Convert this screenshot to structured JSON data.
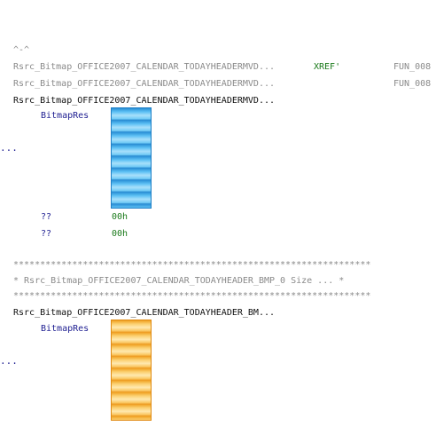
{
  "top_fragment": "^-^",
  "listing": {
    "line1": {
      "label": "Rsrc_Bitmap_OFFICE2007_CALENDAR_TODAYHEADERMVD...",
      "xref": "XREF'",
      "ref": "FUN_008"
    },
    "line2": {
      "label": "Rsrc_Bitmap_OFFICE2007_CALENDAR_TODAYHEADERMVD...",
      "ref": "FUN_008"
    },
    "line3": {
      "label": "Rsrc_Bitmap_OFFICE2007_CALENDAR_TODAYHEADERMVD..."
    },
    "block1": {
      "type_label": "BitmapRes",
      "ellipsis": "...",
      "rows": [
        {
          "name": "??",
          "value": "00h"
        },
        {
          "name": "??",
          "value": "00h"
        }
      ]
    },
    "separator_stars": "*******************************************************************",
    "comment": "* Rsrc_Bitmap_OFFICE2007_CALENDAR_TODAYHEADER_BMP_0 Size ... *",
    "line4": {
      "label": "Rsrc_Bitmap_OFFICE2007_CALENDAR_TODAYHEADER_BM..."
    },
    "block2": {
      "type_label": "BitmapRes",
      "ellipsis": "..."
    }
  },
  "colors": {
    "bitmap1": "#5cc0f4",
    "bitmap2": "#fbd070",
    "label_navy": "#1c1c90",
    "value_green": "#1a7a1a"
  }
}
